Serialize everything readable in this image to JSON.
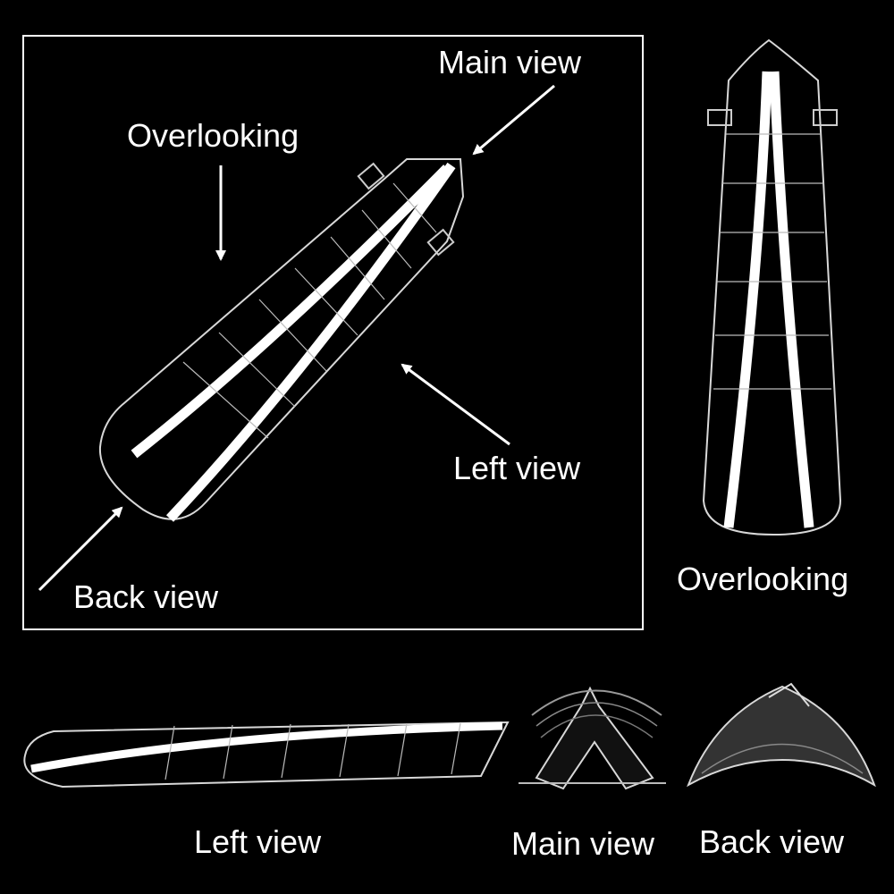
{
  "labels": {
    "main_view_inset": "Main view",
    "overlooking_inset": "Overlooking",
    "left_view_inset": "Left view",
    "back_view_inset": "Back view",
    "overlooking_right": "Overlooking",
    "left_view_bottom": "Left view",
    "main_view_bottom": "Main view",
    "back_view_bottom": "Back view"
  }
}
